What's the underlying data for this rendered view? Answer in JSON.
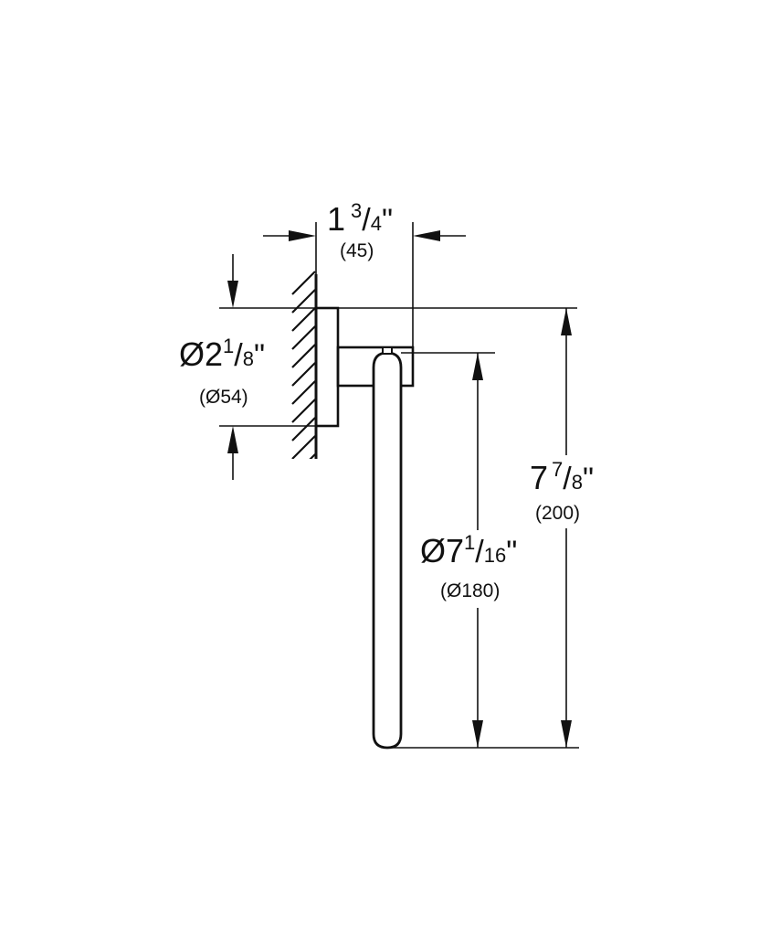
{
  "diagram": {
    "subject": "towel ring dimension drawing",
    "line_color": "#111111",
    "background": "#ffffff",
    "dimensions": {
      "projection": {
        "whole": "1",
        "numerator": "3",
        "slash": "/",
        "denominator": "4",
        "inch_mark": "\"",
        "metric": "(45)"
      },
      "rosette_diameter": {
        "prefix": "Ø2",
        "numerator": "1",
        "slash": "/",
        "denominator": "8",
        "inch_mark": "\"",
        "metric": "(Ø54)"
      },
      "ring_diameter": {
        "prefix": "Ø7",
        "numerator": "1",
        "slash": "/",
        "denominator": "16",
        "inch_mark": "\"",
        "metric": "(Ø180)"
      },
      "overall_height": {
        "whole": "7",
        "numerator": "7",
        "slash": "/",
        "denominator": "8",
        "inch_mark": "\"",
        "metric": "(200)"
      }
    }
  }
}
